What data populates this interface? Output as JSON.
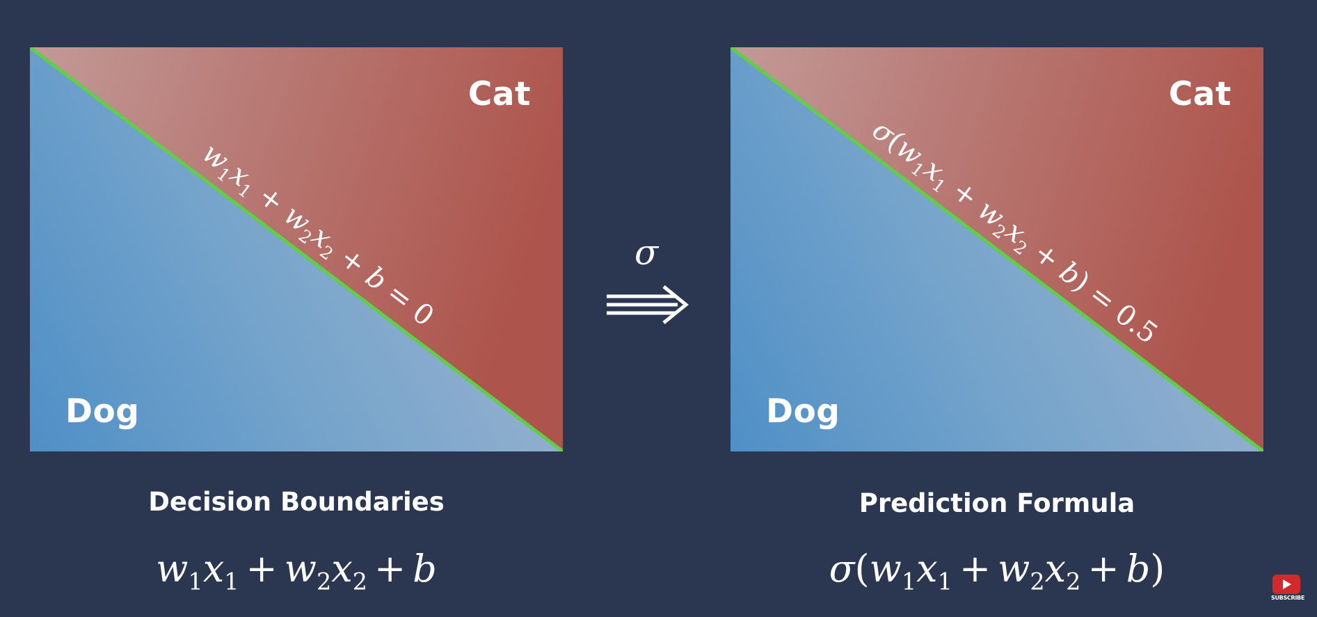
{
  "left_panel": {
    "cat_label": "Cat",
    "dog_label": "Dog",
    "boundary_equation": {
      "w1": "w",
      "s1": "1",
      "x1": "x",
      "t1": "1",
      "plus1": "+",
      "w2": "w",
      "s2": "2",
      "x2": "x",
      "t2": "2",
      "plus2": "+",
      "b": "b",
      "eq": "=",
      "value": "0"
    },
    "caption": "Decision Boundaries",
    "formula": {
      "w1": "w",
      "s1": "1",
      "x1": "x",
      "t1": "1",
      "plus1": "+",
      "w2": "w",
      "s2": "2",
      "x2": "x",
      "t2": "2",
      "plus2": "+",
      "b": "b"
    }
  },
  "transform": {
    "symbol": "σ"
  },
  "right_panel": {
    "cat_label": "Cat",
    "dog_label": "Dog",
    "boundary_equation": {
      "sigma": "σ",
      "open": "(",
      "w1": "w",
      "s1": "1",
      "x1": "x",
      "t1": "1",
      "plus1": "+",
      "w2": "w",
      "s2": "2",
      "x2": "x",
      "t2": "2",
      "plus2": "+",
      "b": "b",
      "close": ")",
      "eq": "=",
      "value": "0.5"
    },
    "caption": "Prediction Formula",
    "formula": {
      "sigma": "σ",
      "open": "(",
      "w1": "w",
      "s1": "1",
      "x1": "x",
      "t1": "1",
      "plus1": "+",
      "w2": "w",
      "s2": "2",
      "x2": "x",
      "t2": "2",
      "plus2": "+",
      "b": "b",
      "close": ")"
    }
  },
  "badge": {
    "icon": "youtube-subscribe-icon",
    "text": "SUBSCRIBE"
  },
  "colors": {
    "background": "#2b3650",
    "cat_region": "#b0544c",
    "dog_region": "#4f8fc6",
    "boundary_line": "#5fcf47"
  }
}
